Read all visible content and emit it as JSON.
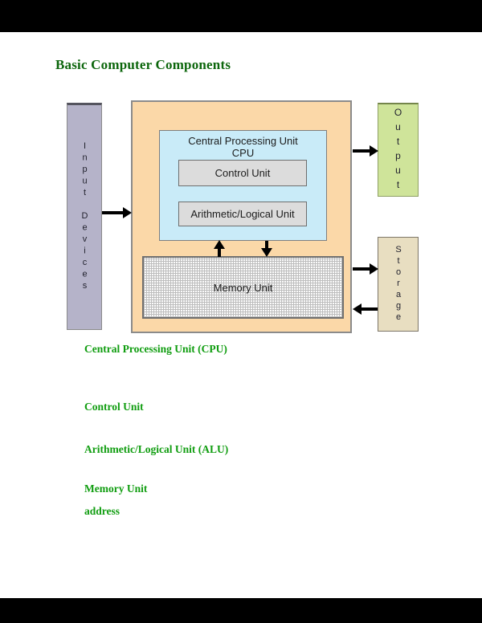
{
  "page": {
    "title": "Basic Computer Components",
    "background_color": "#ffffff",
    "frame_bar_color": "#000000",
    "title_color": "#0c660c"
  },
  "diagram": {
    "input_devices": {
      "label": "Input Devices",
      "fill": "#b5b3c9"
    },
    "system_unit": {
      "fill": "#fbd8a8"
    },
    "cpu": {
      "line1": "Central Processing Unit",
      "line2": "CPU",
      "fill": "#c9ebf8"
    },
    "control_unit": {
      "label": "Control Unit",
      "fill": "#dcdcdc"
    },
    "alu": {
      "label": "Arithmetic/Logical Unit",
      "fill": "#dcdcdc"
    },
    "memory": {
      "label": "Memory Unit",
      "pattern": "fine-gray-grid"
    },
    "output": {
      "label": "Output",
      "fill": "#cfe49a"
    },
    "storage": {
      "label": "Storage",
      "fill": "#e8dec1"
    },
    "arrow_color": "#000000"
  },
  "headings": {
    "color": "#109d10",
    "items": [
      {
        "label": "Central Processing Unit (CPU)"
      },
      {
        "label": "Control Unit"
      },
      {
        "label": "Arithmetic/Logical Unit (ALU)"
      },
      {
        "label": "Memory Unit"
      },
      {
        "label": "address"
      }
    ]
  }
}
